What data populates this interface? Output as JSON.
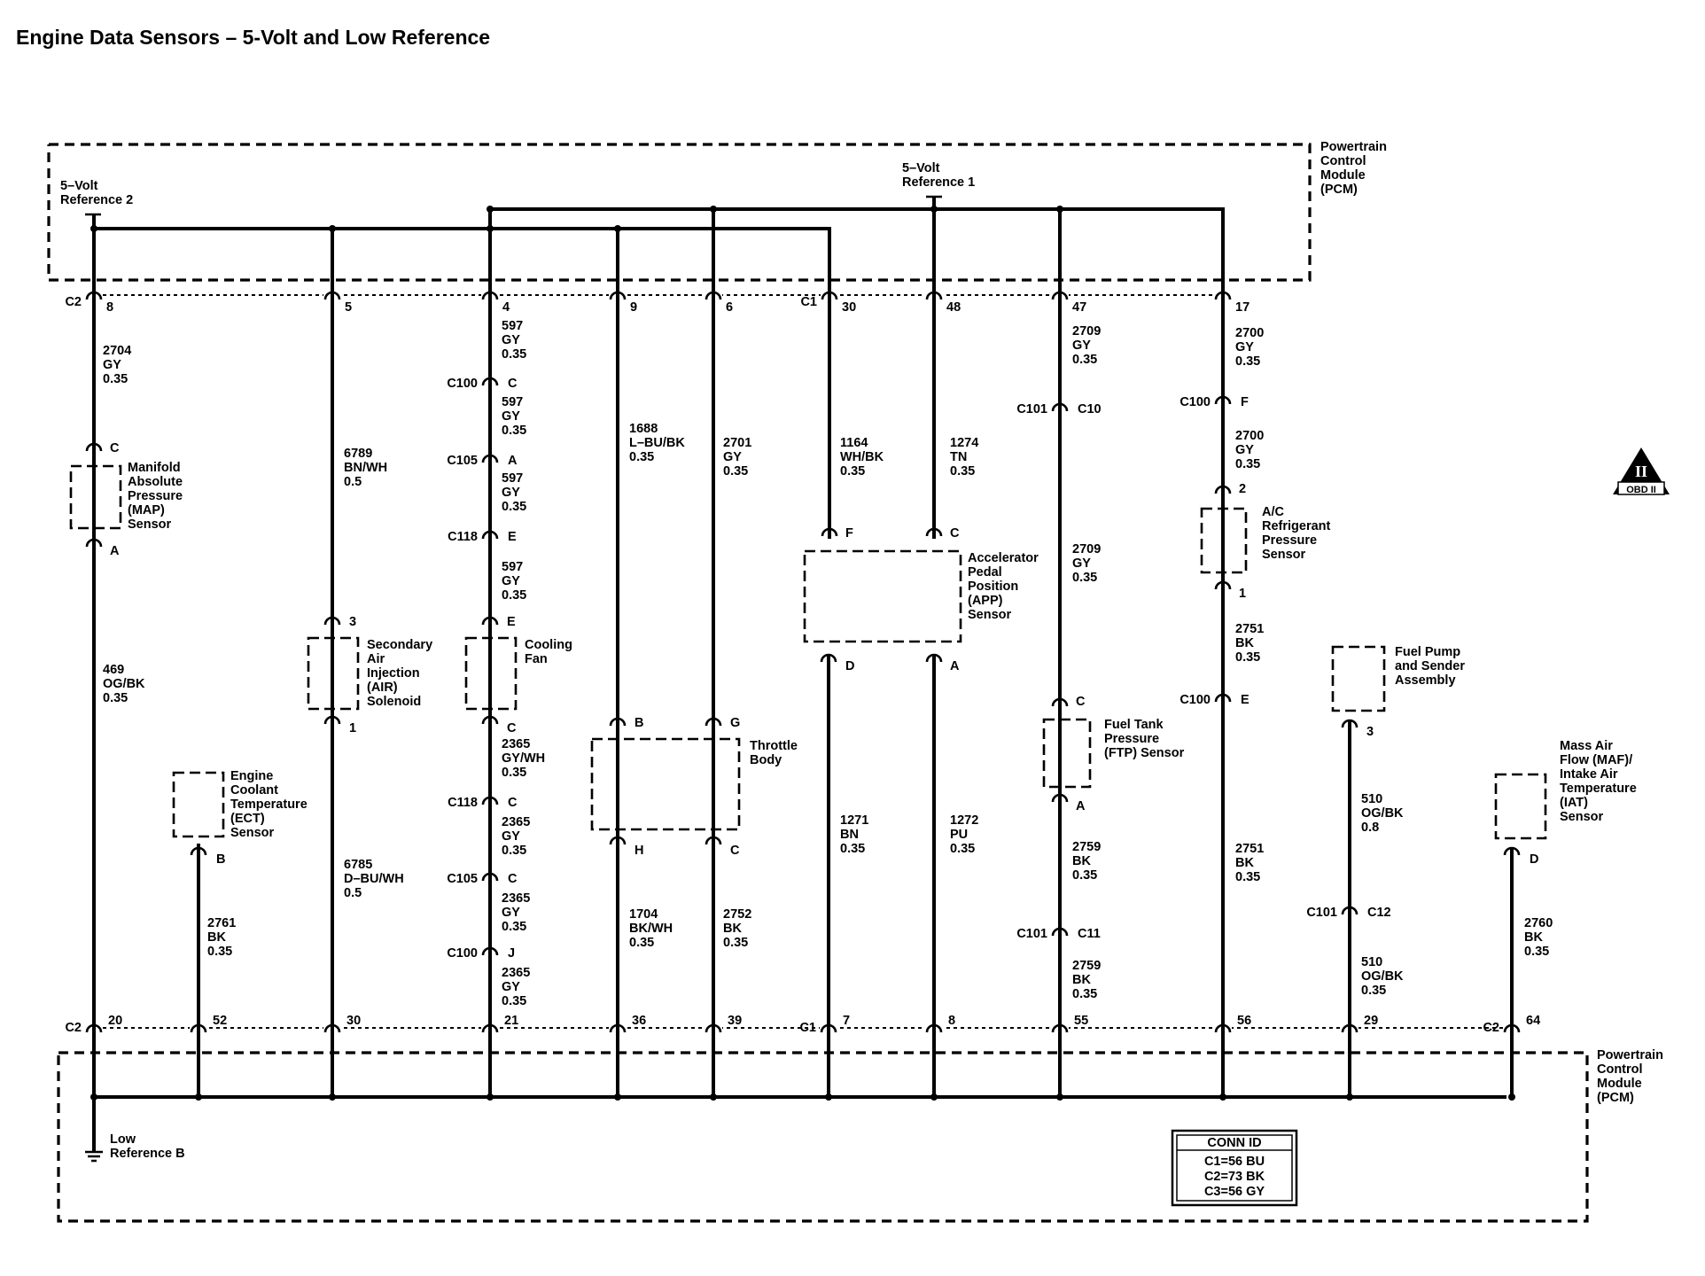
{
  "title": "Engine Data Sensors – 5-Volt and Low Reference",
  "pcm_top": [
    "Powertrain",
    "Control",
    "Module",
    "(PCM)"
  ],
  "pcm_bottom": [
    "Powertrain",
    "Control",
    "Module",
    "(PCM)"
  ],
  "ref2": [
    "5–Volt",
    "Reference 2"
  ],
  "ref1": [
    "5–Volt",
    "Reference 1"
  ],
  "low_ref": [
    "Low",
    "Reference B"
  ],
  "top_pins": [
    {
      "conn": "C2",
      "pin": "8"
    },
    {
      "pin": "5"
    },
    {
      "pin": "4"
    },
    {
      "pin": "9"
    },
    {
      "pin": "6"
    },
    {
      "conn": "C1",
      "pin": "30"
    },
    {
      "pin": "48"
    },
    {
      "pin": "47"
    },
    {
      "pin": "17"
    }
  ],
  "bottom_pins": [
    {
      "conn": "C2",
      "pin": "20"
    },
    {
      "pin": "52"
    },
    {
      "pin": "30"
    },
    {
      "pin": "21"
    },
    {
      "pin": "36"
    },
    {
      "pin": "39"
    },
    {
      "conn": "C1",
      "pin": "7"
    },
    {
      "pin": "8"
    },
    {
      "pin": "55"
    },
    {
      "pin": "56"
    },
    {
      "pin": "29"
    },
    {
      "conn": "C2",
      "pin": "64"
    }
  ],
  "components": {
    "map": [
      "Manifold",
      "Absolute",
      "Pressure",
      "(MAP)",
      "Sensor"
    ],
    "ect": [
      "Engine",
      "Coolant",
      "Temperature",
      "(ECT)",
      "Sensor"
    ],
    "air": [
      "Secondary",
      "Air",
      "Injection",
      "(AIR)",
      "Solenoid"
    ],
    "fan": [
      "Cooling",
      "Fan"
    ],
    "throttle": [
      "Throttle",
      "Body"
    ],
    "app": [
      "Accelerator",
      "Pedal",
      "Position",
      "(APP)",
      "Sensor"
    ],
    "ftp": [
      "Fuel Tank",
      "Pressure",
      "(FTP) Sensor"
    ],
    "ac": [
      "A/C",
      "Refrigerant",
      "Pressure",
      "Sensor"
    ],
    "fuel_pump": [
      "Fuel Pump",
      "and Sender",
      "Assembly"
    ],
    "maf": [
      "Mass Air",
      "Flow (MAF)/",
      "Intake Air",
      "Temperature",
      "(IAT)",
      "Sensor"
    ]
  },
  "component_pins": {
    "map_c": "C",
    "map_a": "A",
    "ect_b": "B",
    "air_3": "3",
    "air_1": "1",
    "fan_e": "E",
    "fan_c": "C",
    "thr_b": "B",
    "thr_g": "G",
    "thr_h": "H",
    "thr_c": "C",
    "app_f": "F",
    "app_c": "C",
    "app_d": "D",
    "app_a": "A",
    "ftp_c": "C",
    "ftp_a": "A",
    "ac_2": "2",
    "ac_1": "1",
    "fp_3": "3",
    "maf_d": "D"
  },
  "inline_connectors": {
    "c100_c": [
      "C100",
      "C"
    ],
    "c105_a": [
      "C105",
      "A"
    ],
    "c118_e": [
      "C118",
      "E"
    ],
    "c118_c": [
      "C118",
      "C"
    ],
    "c105_c": [
      "C105",
      "C"
    ],
    "c100_j": [
      "C100",
      "J"
    ],
    "c101_c10": [
      "C101",
      "C10"
    ],
    "c101_c11": [
      "C101",
      "C11"
    ],
    "c100_f": [
      "C100",
      "F"
    ],
    "c100_e": [
      "C100",
      "E"
    ],
    "c101_c12": [
      "C101",
      "C12"
    ]
  },
  "wires": {
    "w2704": [
      "2704",
      "GY",
      "0.35"
    ],
    "w469": [
      "469",
      "OG/BK",
      "0.35"
    ],
    "w2761": [
      "2761",
      "BK",
      "0.35"
    ],
    "w6789": [
      "6789",
      "BN/WH",
      "0.5"
    ],
    "w6785": [
      "6785",
      "D–BU/WH",
      "0.5"
    ],
    "w597a": [
      "597",
      "GY",
      "0.35"
    ],
    "w597b": [
      "597",
      "GY",
      "0.35"
    ],
    "w597c": [
      "597",
      "GY",
      "0.35"
    ],
    "w597d": [
      "597",
      "GY",
      "0.35"
    ],
    "w2365a": [
      "2365",
      "GY/WH",
      "0.35"
    ],
    "w2365b": [
      "2365",
      "GY",
      "0.35"
    ],
    "w2365c": [
      "2365",
      "GY",
      "0.35"
    ],
    "w2365d": [
      "2365",
      "GY",
      "0.35"
    ],
    "w1688": [
      "1688",
      "L–BU/BK",
      "0.35"
    ],
    "w2701": [
      "2701",
      "GY",
      "0.35"
    ],
    "w1704": [
      "1704",
      "BK/WH",
      "0.35"
    ],
    "w2752": [
      "2752",
      "BK",
      "0.35"
    ],
    "w1164": [
      "1164",
      "WH/BK",
      "0.35"
    ],
    "w1274": [
      "1274",
      "TN",
      "0.35"
    ],
    "w1271": [
      "1271",
      "BN",
      "0.35"
    ],
    "w1272": [
      "1272",
      "PU",
      "0.35"
    ],
    "w2709a": [
      "2709",
      "GY",
      "0.35"
    ],
    "w2709b": [
      "2709",
      "GY",
      "0.35"
    ],
    "w2759a": [
      "2759",
      "BK",
      "0.35"
    ],
    "w2759b": [
      "2759",
      "BK",
      "0.35"
    ],
    "w2700a": [
      "2700",
      "GY",
      "0.35"
    ],
    "w2700b": [
      "2700",
      "GY",
      "0.35"
    ],
    "w2751a": [
      "2751",
      "BK",
      "0.35"
    ],
    "w2751b": [
      "2751",
      "BK",
      "0.35"
    ],
    "w510a": [
      "510",
      "OG/BK",
      "0.8"
    ],
    "w510b": [
      "510",
      "OG/BK",
      "0.35"
    ],
    "w2760": [
      "2760",
      "BK",
      "0.35"
    ]
  },
  "conn_id": {
    "header": "CONN ID",
    "rows": [
      "C1=56 BU",
      "C2=73 BK",
      "C3=56 GY"
    ]
  },
  "obd_badge": {
    "top": "II",
    "bottom": "OBD II"
  }
}
